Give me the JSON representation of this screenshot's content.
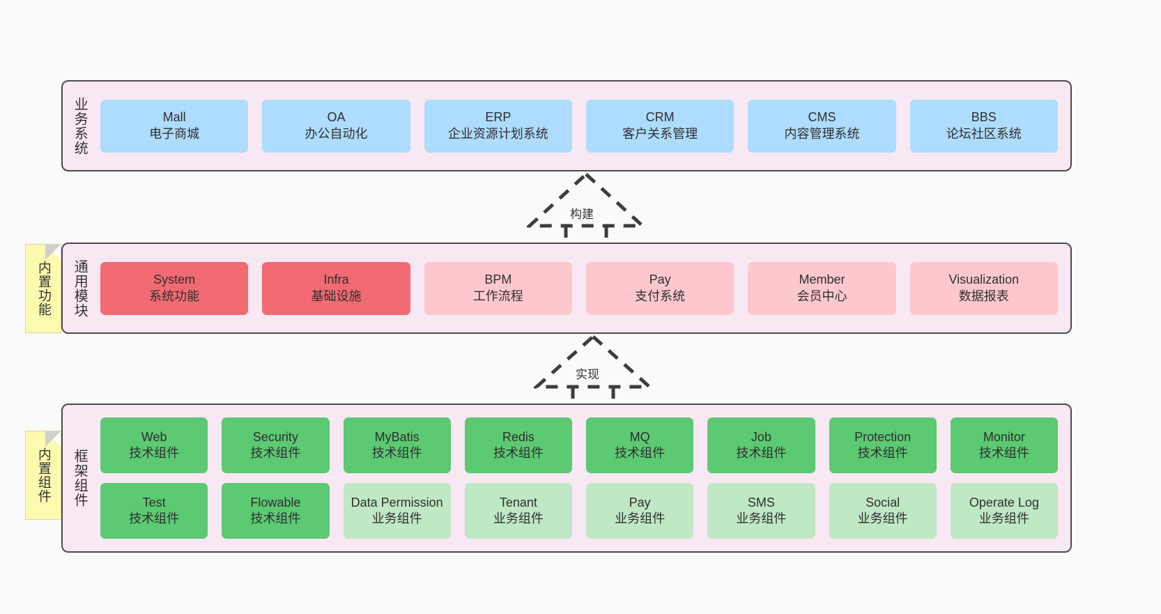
{
  "diagram": {
    "background_color": "#fafafa",
    "layer_background": "#F8E8F3",
    "layer_border": "#4a4a4a",
    "note_color": "#FCFAAF",
    "colors": {
      "business": "#ADDCFD",
      "module_core": "#F26B72",
      "module_plain": "#FCC8CE",
      "component_tech": "#5CC973",
      "component_biz": "#BFE8C4"
    }
  },
  "layers": {
    "business": {
      "title": "业务系统",
      "nodes": [
        {
          "title": "Mall",
          "sub": "电子商城"
        },
        {
          "title": "OA",
          "sub": "办公自动化"
        },
        {
          "title": "ERP",
          "sub": "企业资源计划系统"
        },
        {
          "title": "CRM",
          "sub": "客户关系管理"
        },
        {
          "title": "CMS",
          "sub": "内容管理系统"
        },
        {
          "title": "BBS",
          "sub": "论坛社区系统"
        }
      ]
    },
    "common": {
      "title": "通用模块",
      "nodes": [
        {
          "title": "System",
          "sub": "系统功能"
        },
        {
          "title": "Infra",
          "sub": "基础设施"
        },
        {
          "title": "BPM",
          "sub": "工作流程"
        },
        {
          "title": "Pay",
          "sub": "支付系统"
        },
        {
          "title": "Member",
          "sub": "会员中心"
        },
        {
          "title": "Visualization",
          "sub": "数据报表"
        }
      ]
    },
    "framework": {
      "title": "框架组件",
      "row1": [
        {
          "title": "Web",
          "sub": "技术组件"
        },
        {
          "title": "Security",
          "sub": "技术组件"
        },
        {
          "title": "MyBatis",
          "sub": "技术组件"
        },
        {
          "title": "Redis",
          "sub": "技术组件"
        },
        {
          "title": "MQ",
          "sub": "技术组件"
        },
        {
          "title": "Job",
          "sub": "技术组件"
        },
        {
          "title": "Protection",
          "sub": "技术组件"
        },
        {
          "title": "Monitor",
          "sub": "技术组件"
        }
      ],
      "row2": [
        {
          "title": "Test",
          "sub": "技术组件"
        },
        {
          "title": "Flowable",
          "sub": "技术组件"
        },
        {
          "title": "Data Permission",
          "sub": "业务组件"
        },
        {
          "title": "Tenant",
          "sub": "业务组件"
        },
        {
          "title": "Pay",
          "sub": "业务组件"
        },
        {
          "title": "SMS",
          "sub": "业务组件"
        },
        {
          "title": "Social",
          "sub": "业务组件"
        },
        {
          "title": "Operate Log",
          "sub": "业务组件"
        }
      ]
    }
  },
  "notes": {
    "builtin_function": "内置功能",
    "builtin_component": "内置组件"
  },
  "arrows": {
    "build": "构建",
    "realize": "实现"
  }
}
